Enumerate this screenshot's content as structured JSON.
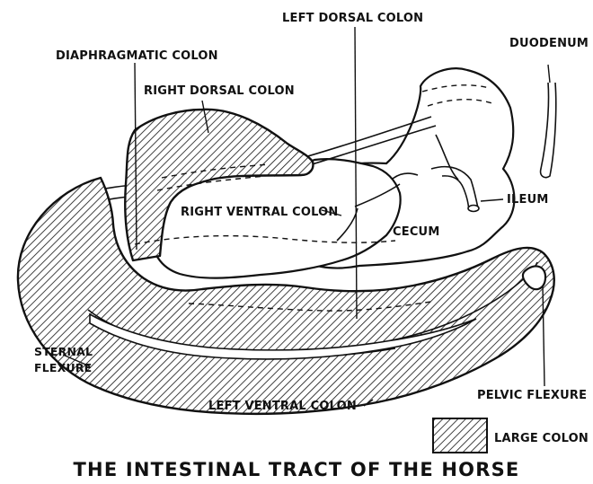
{
  "title": "THE INTESTINAL TRACT OF THE HORSE",
  "labels": {
    "left_dorsal_colon": "LEFT DORSAL COLON",
    "duodenum": "DUODENUM",
    "diaphragmatic_colon": "DIAPHRAGMATIC COLON",
    "right_dorsal_colon": "RIGHT DORSAL COLON",
    "right_ventral_colon": "RIGHT VENTRAL COLON",
    "cecum": "CECUM",
    "ileum": "ILEUM",
    "sternal_flexure_line1": "STERNAL",
    "sternal_flexure_line2": "FLEXURE",
    "left_ventral_colon": "LEFT VENTRAL COLON",
    "pelvic_flexure": "PELVIC FLEXURE"
  },
  "legend": {
    "label": "LARGE COLON"
  }
}
